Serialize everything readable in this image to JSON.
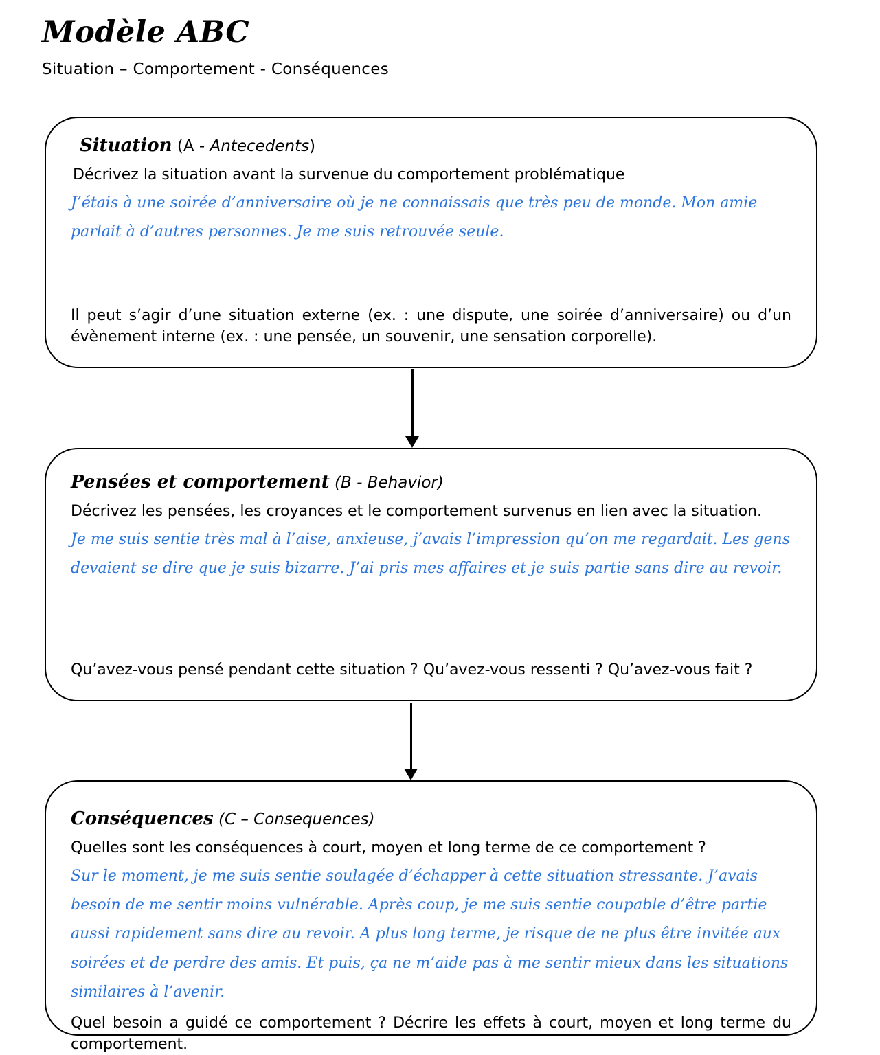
{
  "page": {
    "title": "Modèle ABC",
    "subtitle": "Situation – Comportement - Conséquences"
  },
  "colors": {
    "answer_blue": "#2b74db",
    "text_black": "#000000",
    "box_border": "#000000"
  },
  "boxes": [
    {
      "id": "situation",
      "heading": {
        "script": "Situation",
        "sep": " (A - ",
        "italic": "Antecedents",
        "close": ")"
      },
      "prompt": "Décrivez la situation avant la survenue du comportement problématique",
      "answer": "J’étais à une soirée d’anniversaire où je ne connaissais que très peu de monde. Mon amie parlait à d’autres personnes. Je me suis retrouvée seule.",
      "hint": "Il peut s’agir d’une situation externe (ex. : une dispute, une soirée d’anniversaire) ou d’un évènement interne (ex. : une pensée, un souvenir, une sensation corporelle)."
    },
    {
      "id": "pensees-et-comportement",
      "heading": {
        "script": "Pensées et comportement",
        "sep": " ",
        "italic": "(B - Behavior)",
        "close": ""
      },
      "prompt": "Décrivez les pensées, les croyances et le comportement survenus en lien avec la situation.",
      "answer": "Je me suis sentie très mal à l’aise, anxieuse, j’avais l’impression qu’on me regardait. Les gens devaient se dire que je suis bizarre. J’ai pris mes affaires et je suis partie sans dire au revoir.",
      "hint": "Qu’avez-vous pensé pendant cette situation ? Qu’avez-vous ressenti ? Qu’avez-vous fait ?"
    },
    {
      "id": "consequences",
      "heading": {
        "script": "Conséquences",
        "sep": " ",
        "italic": "(C – Consequences)",
        "close": ""
      },
      "prompt": "Quelles sont les conséquences à court, moyen et long terme de ce comportement ?",
      "answer": "Sur le moment, je me suis sentie soulagée d’échapper à cette situation stressante. J’avais besoin de me sentir moins vulnérable. Après coup, je me suis sentie coupable d’être partie aussi rapidement sans dire au revoir. A plus long terme, je risque de ne plus être invitée aux soirées et de perdre des amis. Et puis, ça ne m’aide pas à me sentir mieux dans les situations similaires à l’avenir.",
      "hint": "Quel besoin a guidé ce comportement ? Décrire les effets à court, moyen et long terme du comportement."
    }
  ]
}
